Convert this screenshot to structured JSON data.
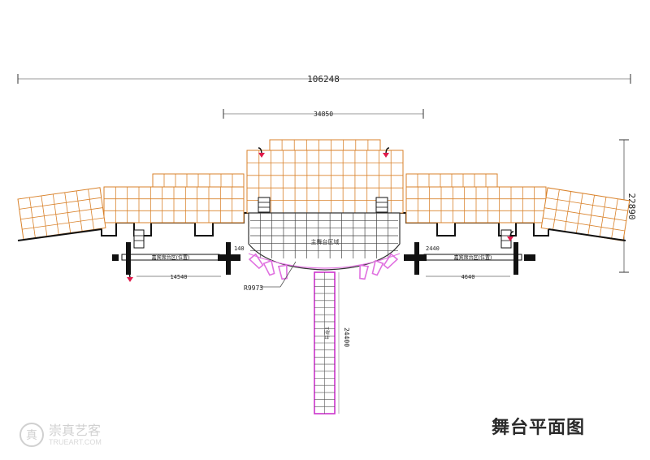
{
  "title": "舞台平面图",
  "dimensions": {
    "overall_width": "106248",
    "center_width": "34850",
    "height_right": "22890",
    "runway_length": "24400",
    "radius": "R9973",
    "left_screen_width": "14540",
    "left_offset": "140",
    "right_screen_width": "4640",
    "right_offset": "2440"
  },
  "labels": {
    "left_box": "嘉宾席台区(位置)",
    "right_box": "嘉宾席台区(位置)",
    "center_stage": "主舞台区域",
    "runway": "T型台"
  },
  "watermark": {
    "cn": "崇真艺客",
    "en": "TRUEART.COM",
    "logo": "真"
  },
  "colors": {
    "grid_orange": "#d9822b",
    "runway_magenta": "#cc33cc",
    "arrow_red": "#e0194a",
    "light_magenta": "#e070e0"
  }
}
